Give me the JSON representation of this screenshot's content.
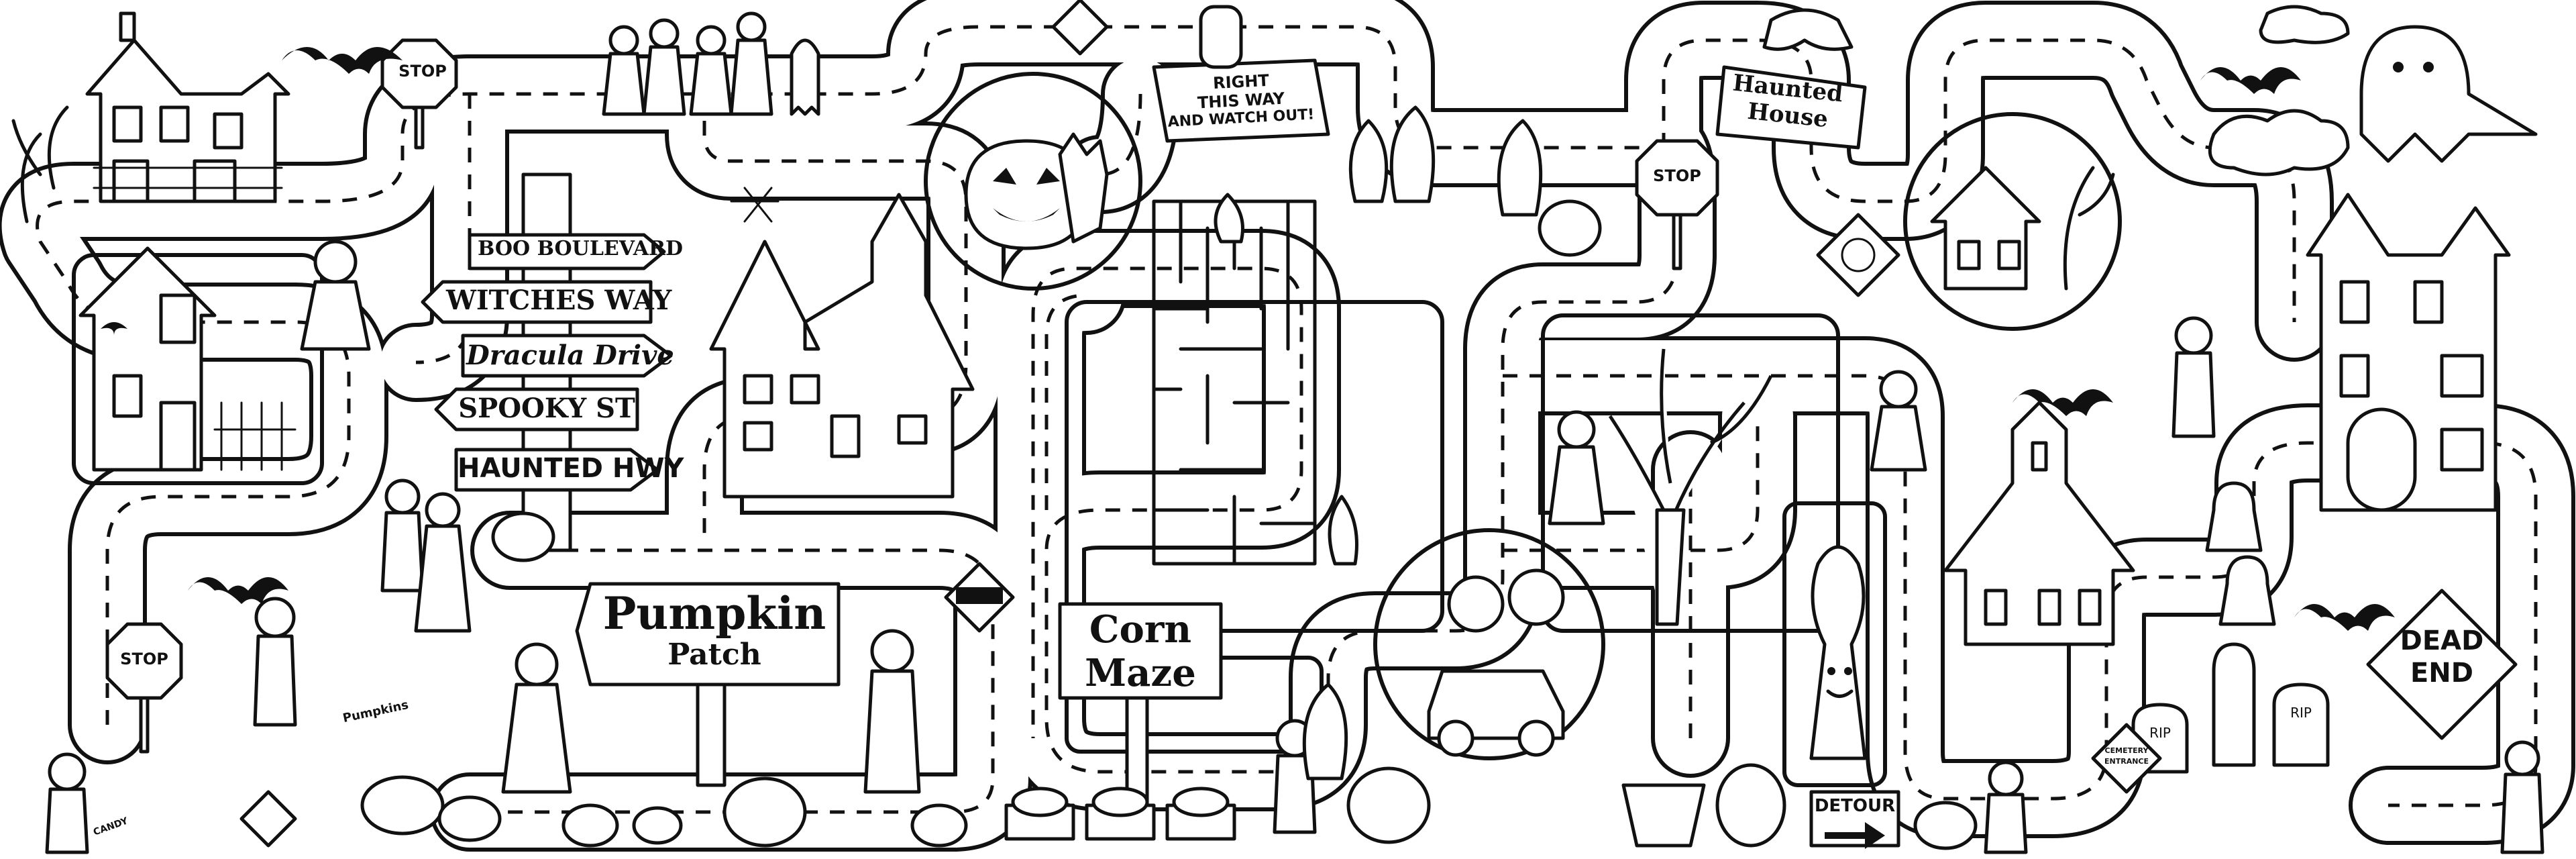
{
  "street_signs": [
    "BOO BOULEVARD",
    "WITCHES WAY",
    "Dracula Drive",
    "SPOOKY ST",
    "HAUNTED HWY"
  ],
  "stop_label": "STOP",
  "dead_end": [
    "DEAD",
    "END"
  ],
  "detour_label": "DETOUR",
  "right_way": [
    "RIGHT",
    "THIS WAY",
    "AND WATCH OUT!"
  ],
  "haunted_house": [
    "Haunted",
    "House"
  ],
  "pumpkin_patch": [
    "Pumpkin",
    "Patch"
  ],
  "pumpkins_label": "Pumpkins",
  "corn_maze": [
    "Corn",
    "Maze"
  ],
  "rip": "RIP",
  "cemetery_entrance": [
    "CEMETERY",
    "ENTRANCE"
  ],
  "candy_label": "CANDY"
}
